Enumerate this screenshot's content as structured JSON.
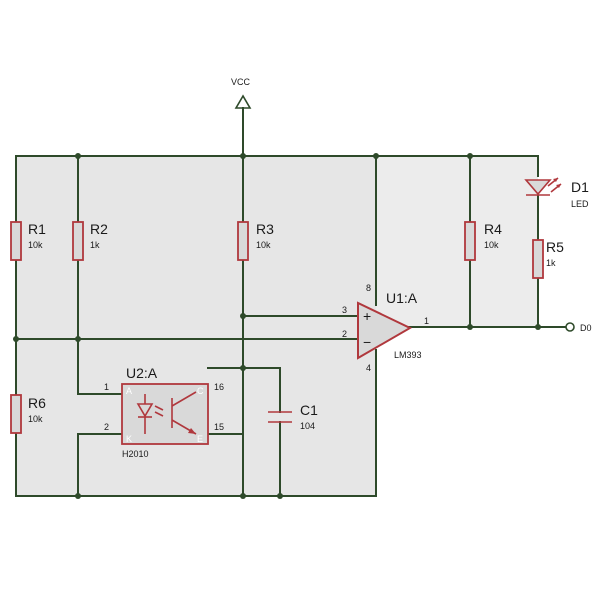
{
  "power": {
    "vcc": "VCC"
  },
  "output": {
    "net": "D0"
  },
  "resistors": {
    "r1": {
      "ref": "R1",
      "value": "10k"
    },
    "r2": {
      "ref": "R2",
      "value": "1k"
    },
    "r3": {
      "ref": "R3",
      "value": "10k"
    },
    "r4": {
      "ref": "R4",
      "value": "10k"
    },
    "r5": {
      "ref": "R5",
      "value": "1k"
    },
    "r6": {
      "ref": "R6",
      "value": "10k"
    }
  },
  "led": {
    "ref": "D1",
    "value": "LED"
  },
  "capacitor": {
    "ref": "C1",
    "value": "104"
  },
  "comparator": {
    "ref": "U1:A",
    "part": "LM393",
    "pins": {
      "noninv": "3",
      "inv": "2",
      "out": "1",
      "vcc": "8",
      "gnd": "4"
    },
    "plus": "+",
    "minus": "−"
  },
  "optocoupler": {
    "ref": "U2:A",
    "part": "H2010",
    "pins": {
      "a_num": "1",
      "k_num": "2",
      "c_num": "16",
      "e_num": "15",
      "a": "A",
      "k": "K",
      "c": "C",
      "e": "E"
    }
  },
  "colors": {
    "wire": "#2e4a2a",
    "component": "#b0383d",
    "body_fill": "#d9d9d9",
    "panel": "#e6e6e6"
  }
}
